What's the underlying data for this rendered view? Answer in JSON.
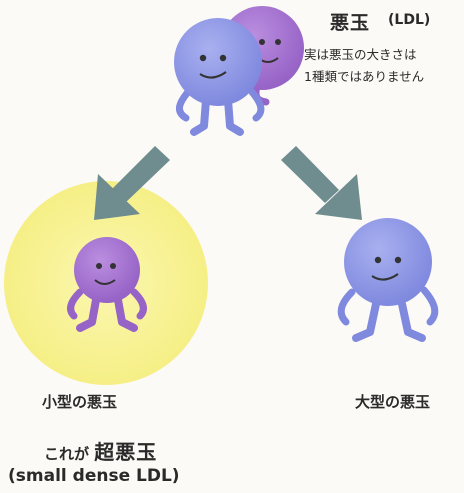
{
  "title": {
    "main": "悪玉",
    "sub": "(LDL)"
  },
  "note": {
    "line1": "実は悪玉の大きさは",
    "line2": "1種類ではありません"
  },
  "labels": {
    "small": "小型の悪玉",
    "large": "大型の悪玉"
  },
  "caption": {
    "prefix": "これが",
    "strong": "超悪玉",
    "line2": "(small dense LDL)"
  },
  "colors": {
    "blue_body": "#8f98e6",
    "blue_shade": "#6f79d2",
    "purple_body": "#a874d0",
    "purple_shade": "#8a57b8",
    "highlight": "#f6ef86",
    "arrow": "#6f8c8f"
  }
}
